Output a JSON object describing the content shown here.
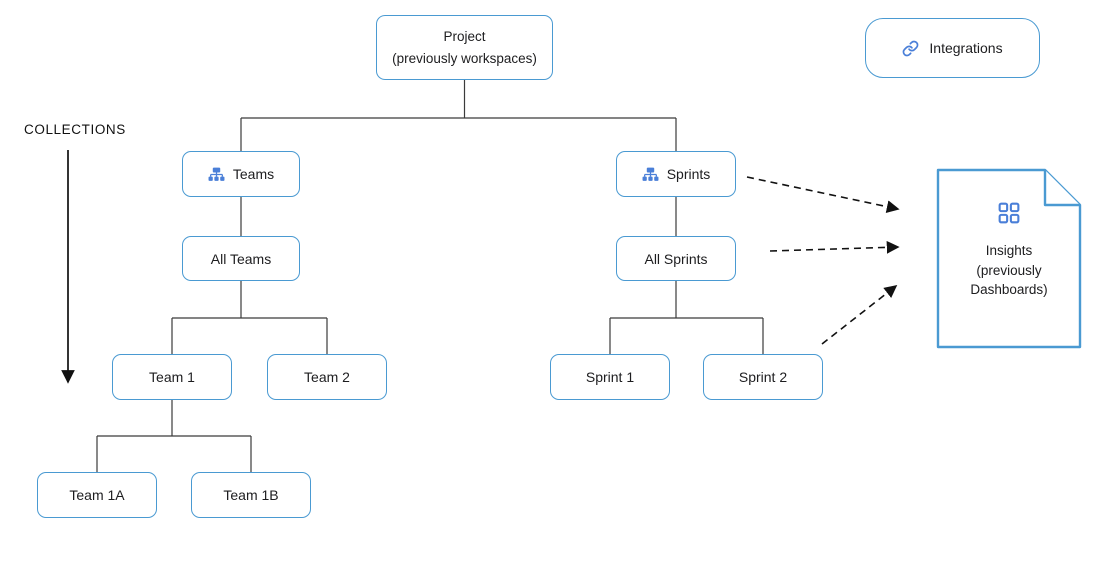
{
  "diagram": {
    "collections_label": "COLLECTIONS",
    "project": {
      "line1": "Project",
      "line2": "(previously workspaces)"
    },
    "integrations": {
      "icon": "link-icon",
      "label": "Integrations"
    },
    "teams": {
      "icon": "org-chart-icon",
      "label": "Teams"
    },
    "sprints": {
      "icon": "org-chart-icon",
      "label": "Sprints"
    },
    "all_teams": {
      "label": "All Teams"
    },
    "all_sprints": {
      "label": "All Sprints"
    },
    "team1": {
      "label": "Team 1"
    },
    "team2": {
      "label": "Team 2"
    },
    "team1a": {
      "label": "Team 1A"
    },
    "team1b": {
      "label": "Team 1B"
    },
    "sprint1": {
      "label": "Sprint 1"
    },
    "sprint2": {
      "label": "Sprint 2"
    },
    "insights": {
      "icon": "grid-icon",
      "line1": "Insights",
      "line2": "(previously",
      "line3": "Dashboards)"
    }
  },
  "colors": {
    "box_border": "#4a9ad2",
    "icon_blue": "#4a7fd8",
    "connector": "#3b3b3b",
    "arrow": "#111111",
    "background": "#ffffff"
  }
}
